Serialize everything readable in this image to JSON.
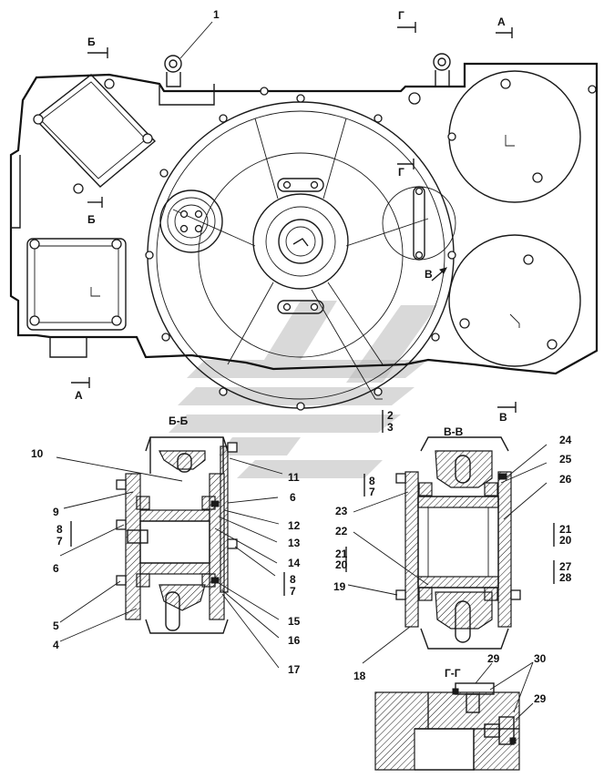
{
  "callouts": {
    "c1": "1",
    "c2": "2",
    "c3": "3",
    "c4": "4",
    "c5": "5",
    "c6a": "6",
    "c6b": "6",
    "c7a": "7",
    "c7b": "7",
    "c7c": "7",
    "c8a": "8",
    "c8b": "8",
    "c8c": "8",
    "c9": "9",
    "c10": "10",
    "c11": "11",
    "c12": "12",
    "c13": "13",
    "c14": "14",
    "c15": "15",
    "c16": "16",
    "c17": "17",
    "c18": "18",
    "c19": "19",
    "c20a": "20",
    "c20b": "20",
    "c21a": "21",
    "c21b": "21",
    "c22": "22",
    "c23": "23",
    "c24": "24",
    "c25": "25",
    "c26": "26",
    "c27": "27",
    "c28": "28",
    "c29a": "29",
    "c29b": "29",
    "c30": "30"
  },
  "section_marks": {
    "a_top": "А",
    "a_bottom": "А",
    "b_top": "Б",
    "b_mid": "Б",
    "v_right": "В",
    "v_bottom": "В",
    "g_top": "Г",
    "g_mid": "Г"
  },
  "views": {
    "bb": "Б-Б",
    "vv": "В-В",
    "gg": "Г-Г"
  }
}
